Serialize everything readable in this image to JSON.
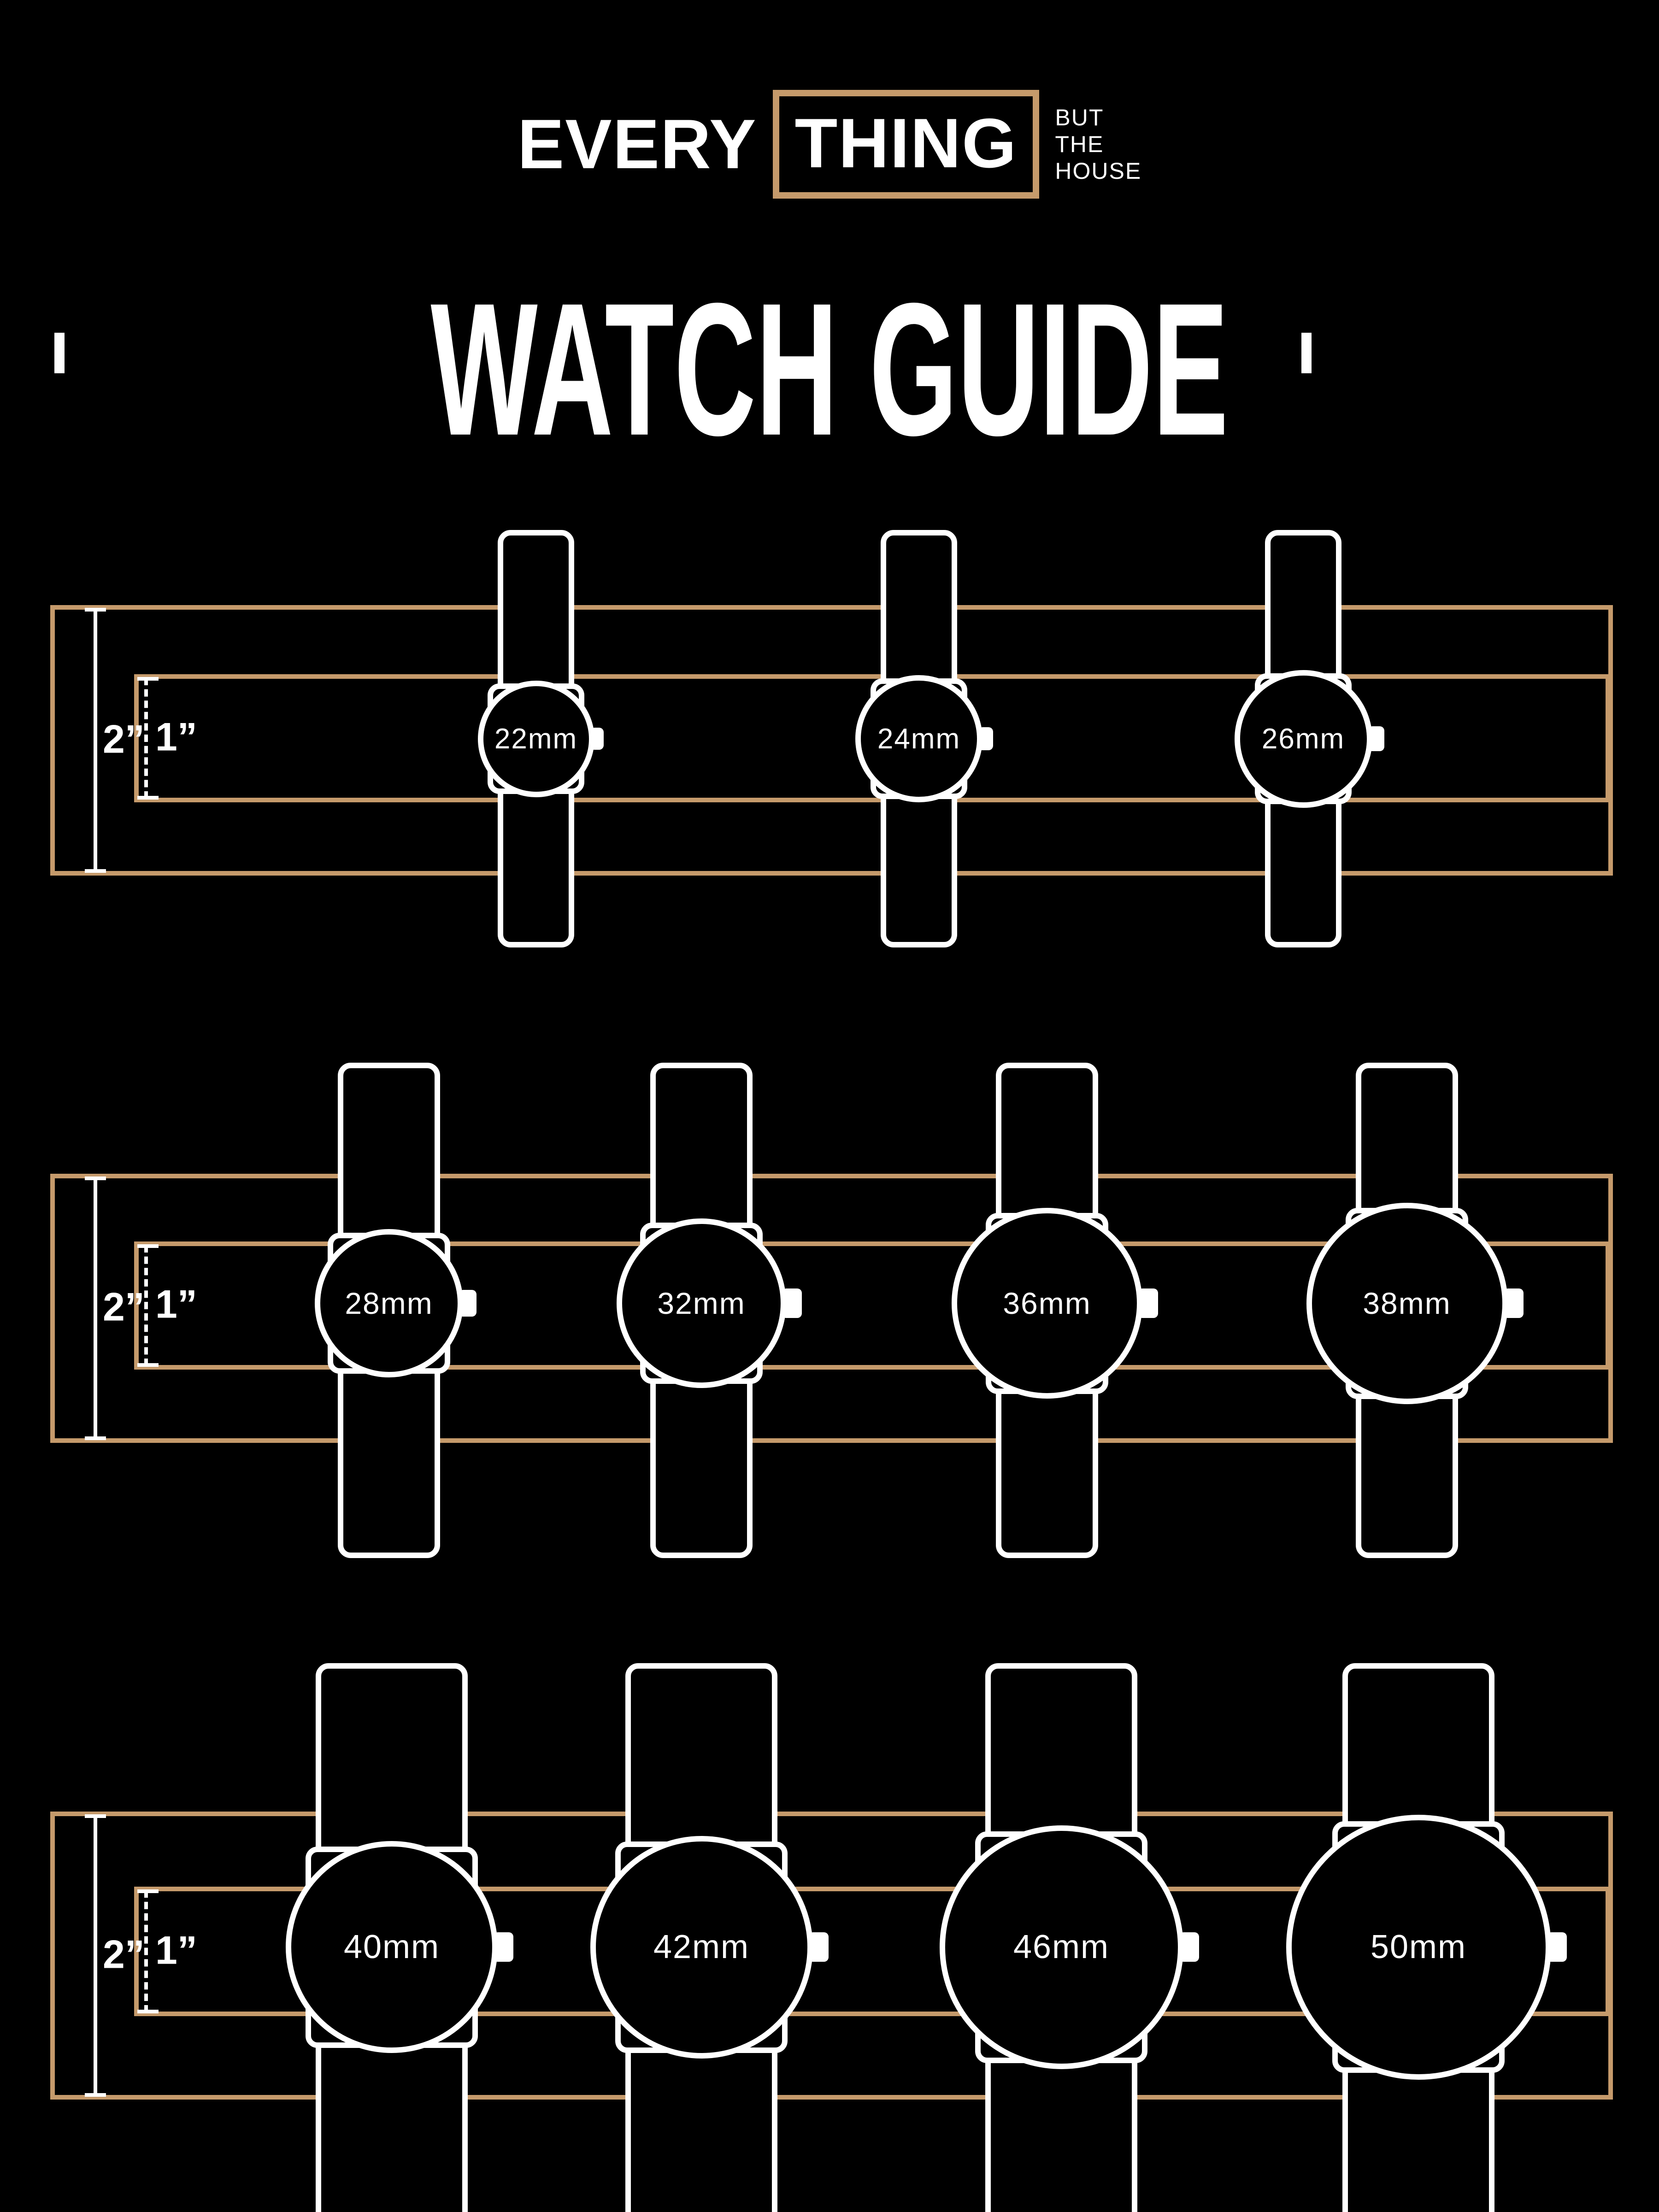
{
  "brand": {
    "word_left": "EVERY",
    "word_boxed": "THING",
    "tagline_lines": [
      "BUT",
      "THE",
      "HOUSE"
    ]
  },
  "title": "WATCH GUIDE",
  "measure_labels": {
    "outer": "2”",
    "inner": "1”"
  },
  "colors": {
    "background": "#000000",
    "accent_tan": "#C59A6B",
    "foreground": "#FFFFFF"
  },
  "rows": [
    {
      "watches": [
        {
          "label": "22mm",
          "mm": 22
        },
        {
          "label": "24mm",
          "mm": 24
        },
        {
          "label": "26mm",
          "mm": 26
        }
      ]
    },
    {
      "watches": [
        {
          "label": "28mm",
          "mm": 28
        },
        {
          "label": "32mm",
          "mm": 32
        },
        {
          "label": "36mm",
          "mm": 36
        },
        {
          "label": "38mm",
          "mm": 38
        }
      ]
    },
    {
      "watches": [
        {
          "label": "40mm",
          "mm": 40
        },
        {
          "label": "42mm",
          "mm": 42
        },
        {
          "label": "46mm",
          "mm": 46
        },
        {
          "label": "50mm",
          "mm": 50
        }
      ]
    }
  ]
}
